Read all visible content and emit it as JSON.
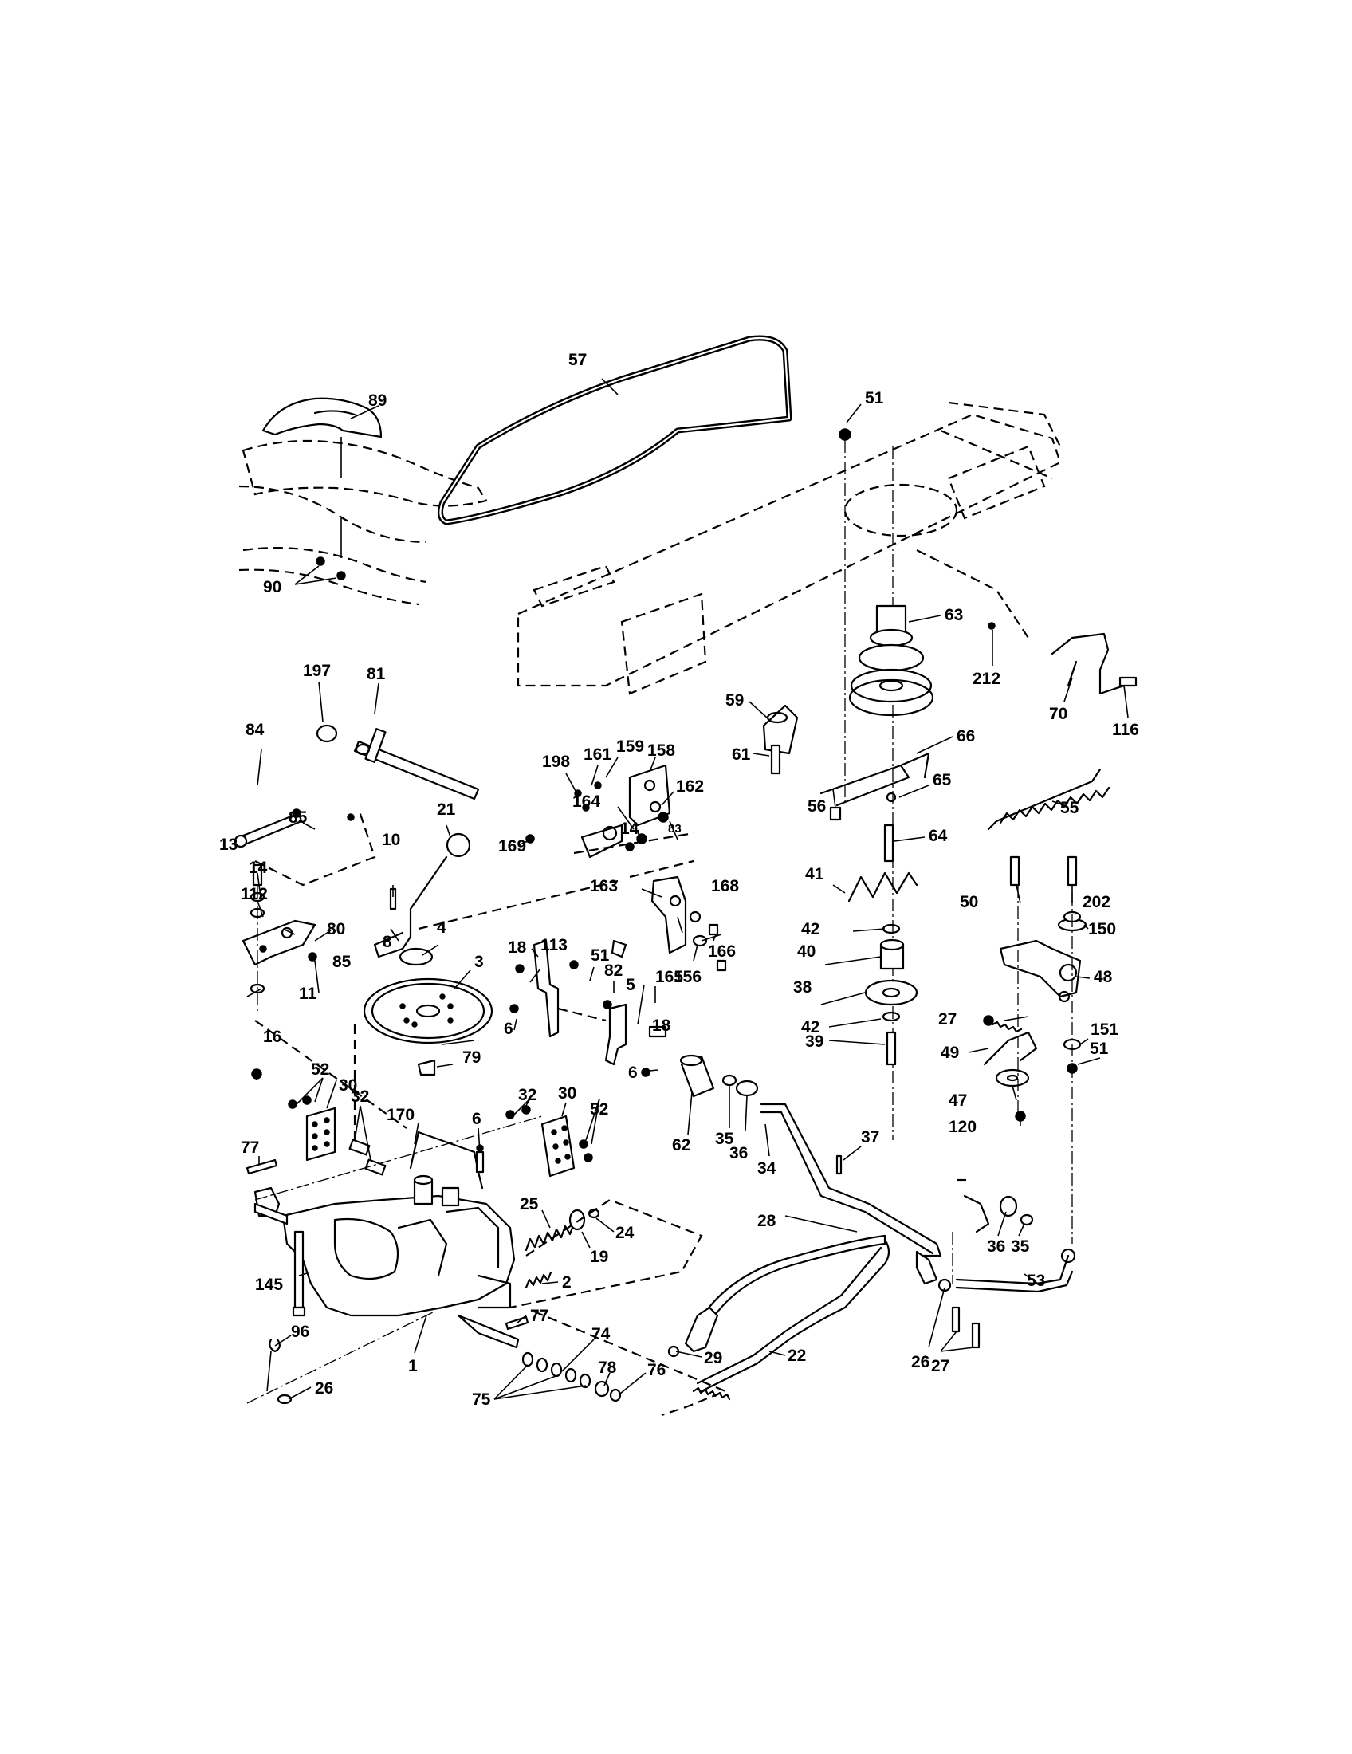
{
  "callouts": [
    {
      "text": "57"
    },
    {
      "text": "89"
    },
    {
      "text": "51"
    },
    {
      "text": "90"
    },
    {
      "text": "63"
    },
    {
      "text": "212"
    },
    {
      "text": "70"
    },
    {
      "text": "116"
    },
    {
      "text": "197"
    },
    {
      "text": "81"
    },
    {
      "text": "59"
    },
    {
      "text": "61"
    },
    {
      "text": "66"
    },
    {
      "text": "84"
    },
    {
      "text": "198"
    },
    {
      "text": "161"
    },
    {
      "text": "159"
    },
    {
      "text": "158"
    },
    {
      "text": "162"
    },
    {
      "text": "85"
    },
    {
      "text": "21"
    },
    {
      "text": "169"
    },
    {
      "text": "164"
    },
    {
      "text": "14"
    },
    {
      "text": "83"
    },
    {
      "text": "56"
    },
    {
      "text": "65"
    },
    {
      "text": "64"
    },
    {
      "text": "55"
    },
    {
      "text": "13"
    },
    {
      "text": "10"
    },
    {
      "text": "14"
    },
    {
      "text": "163"
    },
    {
      "text": "41"
    },
    {
      "text": "112"
    },
    {
      "text": "168"
    },
    {
      "text": "42"
    },
    {
      "text": "50"
    },
    {
      "text": "202"
    },
    {
      "text": "80"
    },
    {
      "text": "8"
    },
    {
      "text": "4"
    },
    {
      "text": "18"
    },
    {
      "text": "113"
    },
    {
      "text": "82"
    },
    {
      "text": "165"
    },
    {
      "text": "156"
    },
    {
      "text": "166"
    },
    {
      "text": "40"
    },
    {
      "text": "150"
    },
    {
      "text": "85"
    },
    {
      "text": "3"
    },
    {
      "text": "51"
    },
    {
      "text": "38"
    },
    {
      "text": "48"
    },
    {
      "text": "11"
    },
    {
      "text": "5"
    },
    {
      "text": "42"
    },
    {
      "text": "18"
    },
    {
      "text": "6"
    },
    {
      "text": "27"
    },
    {
      "text": "39"
    },
    {
      "text": "151"
    },
    {
      "text": "16"
    },
    {
      "text": "79"
    },
    {
      "text": "6"
    },
    {
      "text": "49"
    },
    {
      "text": "51"
    },
    {
      "text": "52"
    },
    {
      "text": "30"
    },
    {
      "text": "32"
    },
    {
      "text": "30"
    },
    {
      "text": "62"
    },
    {
      "text": "35"
    },
    {
      "text": "36"
    },
    {
      "text": "47"
    },
    {
      "text": "32"
    },
    {
      "text": "170"
    },
    {
      "text": "52"
    },
    {
      "text": "120"
    },
    {
      "text": "6"
    },
    {
      "text": "37"
    },
    {
      "text": "77"
    },
    {
      "text": "34"
    },
    {
      "text": "25"
    },
    {
      "text": "24"
    },
    {
      "text": "28"
    },
    {
      "text": "36"
    },
    {
      "text": "35"
    },
    {
      "text": "19"
    },
    {
      "text": "53"
    },
    {
      "text": "145"
    },
    {
      "text": "2"
    },
    {
      "text": "77"
    },
    {
      "text": "74"
    },
    {
      "text": "96"
    },
    {
      "text": "29"
    },
    {
      "text": "22"
    },
    {
      "text": "1"
    },
    {
      "text": "26"
    },
    {
      "text": "78"
    },
    {
      "text": "76"
    },
    {
      "text": "26"
    },
    {
      "text": "27"
    },
    {
      "text": "75"
    }
  ]
}
